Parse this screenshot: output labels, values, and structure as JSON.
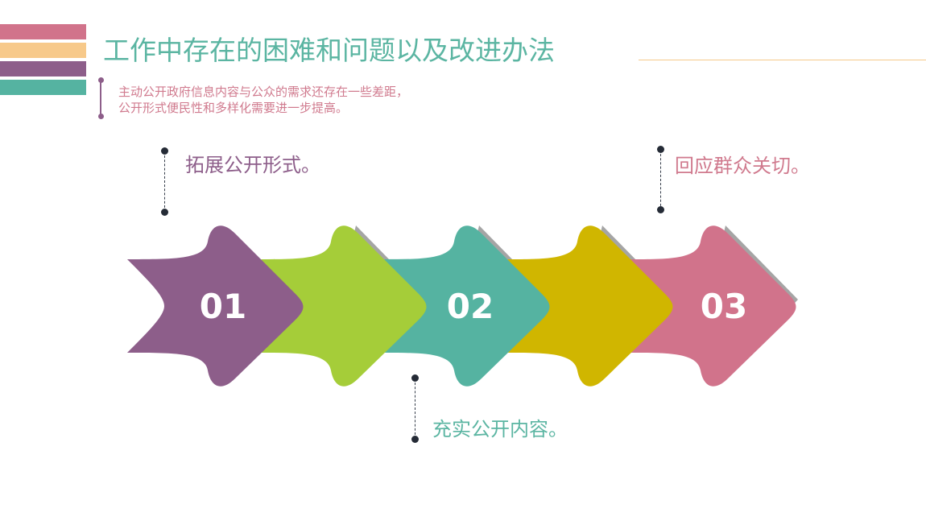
{
  "title": "工作中存在的困难和问题以及改进办法",
  "subtitle": {
    "line1": "主动公开政府信息内容与公众的需求还存在一些差距，",
    "line2": "公开形式便民性和多样化需要进一步提高。"
  },
  "points": [
    {
      "label": "拓展公开形式。",
      "color": "#8d5e8a"
    },
    {
      "label": "充实公开内容。",
      "color": "#5bb5a2"
    },
    {
      "label": "回应群众关切。",
      "color": "#d07a8e"
    }
  ],
  "arrows": [
    {
      "number": "01",
      "color": "#8d5e8a"
    },
    {
      "number": "",
      "color": "#a5cd39"
    },
    {
      "number": "02",
      "color": "#55b3a1"
    },
    {
      "number": "",
      "color": "#d0b600"
    },
    {
      "number": "03",
      "color": "#d1738b"
    }
  ],
  "colors": {
    "stripe_pink": "#d1738b",
    "stripe_orange": "#f7c98a",
    "stripe_purple": "#8d5e8a",
    "stripe_teal": "#55b3a1",
    "title": "#5bb5a2",
    "subtitle": "#d07a8e",
    "leader": "#252b36"
  }
}
